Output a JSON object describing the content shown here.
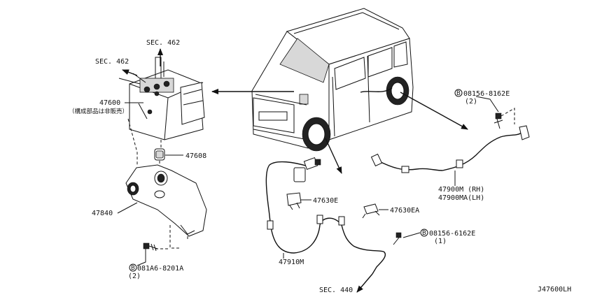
{
  "diagram_id": "J47600LH",
  "sections": {
    "sec462_top": "SEC. 462",
    "sec462_left": "SEC. 462",
    "sec440": "SEC. 440"
  },
  "parts": {
    "p47600": "47600",
    "p47600_note": "（構成部品は非販売）",
    "p47608": "47608",
    "p47840": "47840",
    "p081A6_8201A": "081A6-8201A",
    "p081A6_qty": "(2)",
    "p47630E": "47630E",
    "p47630EA": "47630EA",
    "p47910M": "47910M",
    "p08156_8162E": "08156-8162E",
    "p08156_8162E_qty": "(2)",
    "p08156_6162E": "08156-6162E",
    "p08156_6162E_qty": "(1)",
    "p47900M": "47900M (RH)",
    "p47900MA": "47900MA(LH)"
  },
  "bolt_symbol": "B"
}
